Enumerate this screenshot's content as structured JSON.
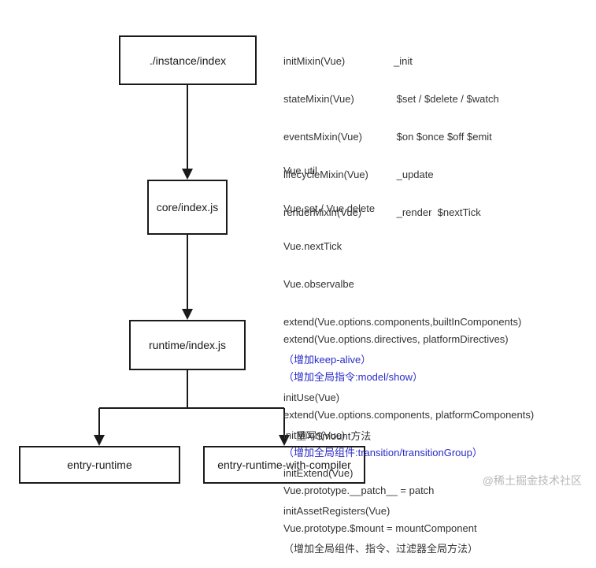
{
  "nodes": {
    "instance": "./instance/index",
    "core": "core/index.js",
    "runtime": "runtime/index.js",
    "entry_runtime": "entry-runtime",
    "entry_compiler": "entry-runtime-with-compiler"
  },
  "instance_notes": [
    {
      "left": "initMixin(Vue)",
      "right": "_init"
    },
    {
      "left": "stateMixin(Vue)",
      "right": " $set / $delete / $watch"
    },
    {
      "left": "eventsMixin(Vue)",
      "right": " $on $once $off $emit"
    },
    {
      "left": "lifecycleMixin(Vue)",
      "right": " _update"
    },
    {
      "left": "renderMixin(Vue)",
      "right": " _render  $nextTick"
    }
  ],
  "core_notes": [
    "Vue.util",
    "Vue.set / Vue.delete",
    "Vue.nextTick",
    "Vue.observalbe",
    "extend(Vue.options.components,builtInComponents)",
    "（增加keep-alive）",
    "initUse(Vue)",
    "initMixin(Vue)",
    "initExtend(Vue)",
    "initAssetRegisters(Vue)",
    "（增加全局组件、指令、过滤器全局方法）"
  ],
  "runtime_notes": [
    "extend(Vue.options.directives, platformDirectives)",
    "（增加全局指令:model/show）",
    "extend(Vue.options.components, platformComponents)",
    "（增加全局组件:transition/transitionGroup）",
    "Vue.prototype.__patch__ = patch",
    "Vue.prototype.$mount = mountComponent"
  ],
  "arrow_label": "重写$mount方法",
  "watermark": "@稀土掘金技术社区",
  "colors": {
    "highlight": "#2b2bc9",
    "border": "#1a1a1a"
  }
}
